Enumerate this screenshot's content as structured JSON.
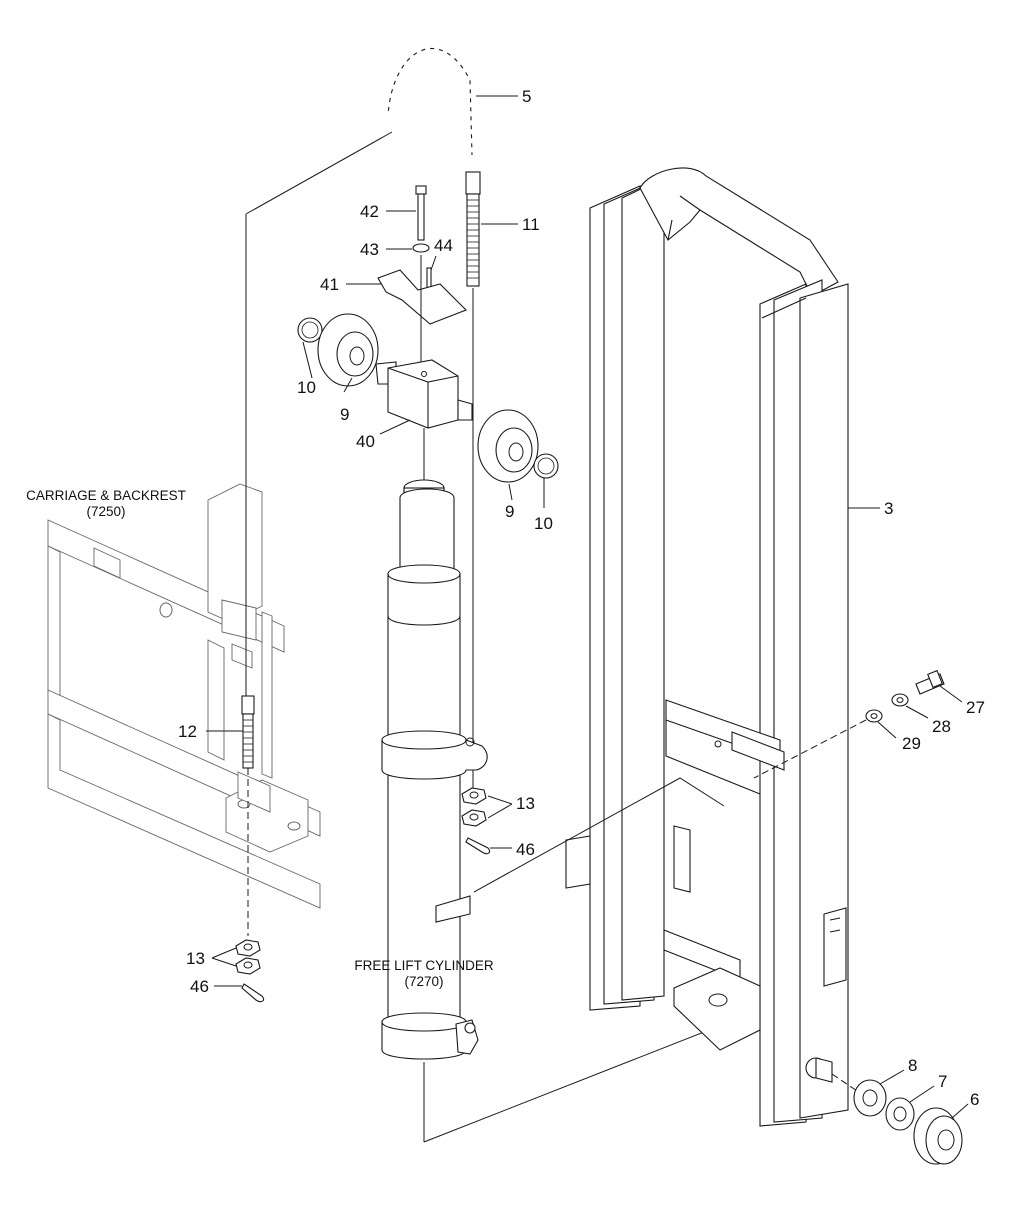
{
  "diagram": {
    "assemblies": {
      "carriage": {
        "line1": "CARRIAGE & BACKREST",
        "line2": "(7250)"
      },
      "cylinder": {
        "line1": "FREE LIFT CYLINDER",
        "line2": "(7270)"
      }
    },
    "callouts": {
      "c5": "5",
      "c42": "42",
      "c11": "11",
      "c43": "43",
      "c44": "44",
      "c41": "41",
      "c10a": "10",
      "c9a": "9",
      "c40": "40",
      "c9b": "9",
      "c10b": "10",
      "c3": "3",
      "c27": "27",
      "c28": "28",
      "c29": "29",
      "c12": "12",
      "c13a": "13",
      "c46a": "46",
      "c13b": "13",
      "c46b": "46",
      "c8": "8",
      "c7": "7",
      "c6": "6"
    }
  }
}
